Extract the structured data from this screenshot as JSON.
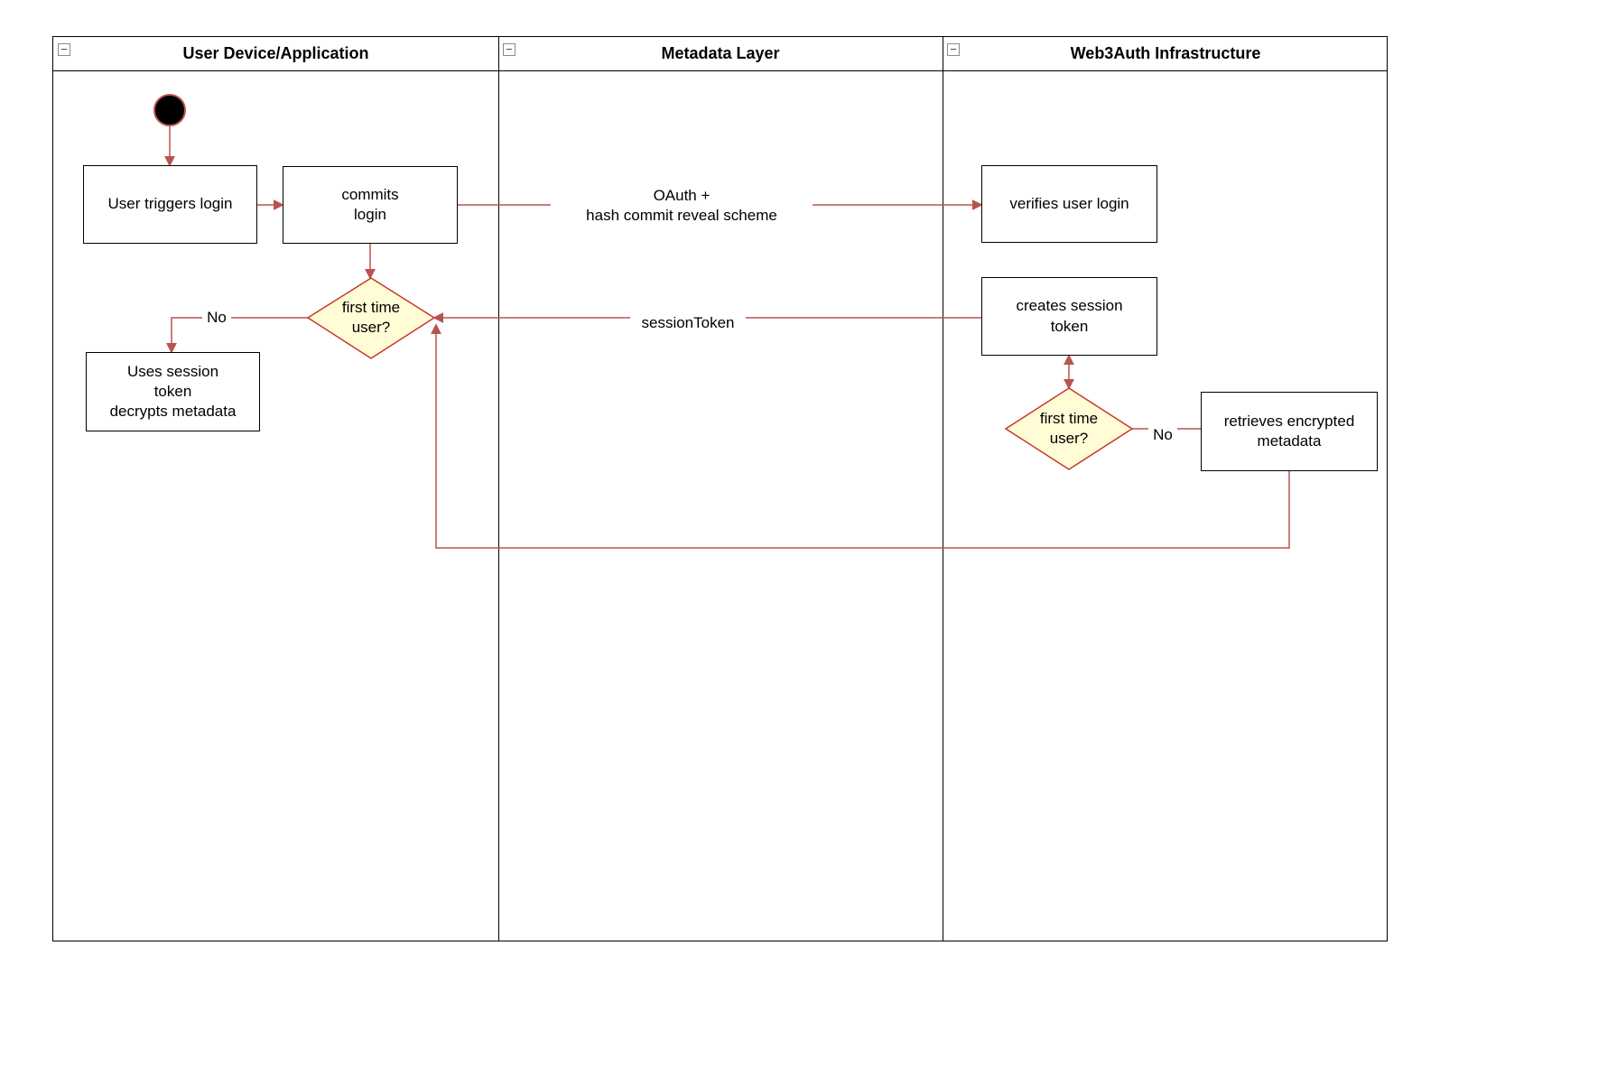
{
  "diagram": {
    "lanes": [
      {
        "title": "User Device/Application"
      },
      {
        "title": "Metadata Layer"
      },
      {
        "title": "Web3Auth Infrastructure"
      }
    ],
    "collapse_glyph": "−",
    "nodes": {
      "user_triggers_login": {
        "label": "User triggers login"
      },
      "commits_login": {
        "label": "commits\nlogin"
      },
      "first_time_user_left": {
        "label": "first time\nuser?"
      },
      "uses_session_token": {
        "label": "Uses session\ntoken\ndecrypts metadata"
      },
      "verifies_user_login": {
        "label": "verifies user login"
      },
      "creates_session_token": {
        "label": "creates session\ntoken"
      },
      "first_time_user_right": {
        "label": "first time\nuser?"
      },
      "retrieves_encrypted_metadata": {
        "label": "retrieves encrypted\nmetadata"
      }
    },
    "edge_labels": {
      "oauth": "OAuth +\nhash commit reveal scheme",
      "session_token": "sessionToken",
      "no_left": "No",
      "no_right": "No"
    },
    "colors": {
      "edge": "#B85450",
      "diamond_fill": "#FFFCD6",
      "diamond_border": "#C5382C",
      "start_fill": "#000000",
      "start_border": "#B85450"
    }
  }
}
